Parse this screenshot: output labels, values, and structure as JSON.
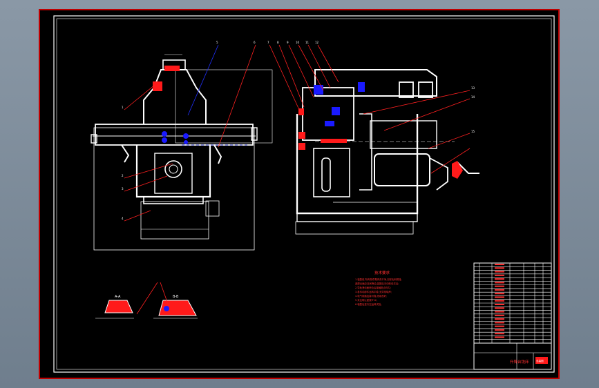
{
  "drawing": {
    "view_front_part_numbers": [
      "1",
      "2",
      "3",
      "4",
      "5",
      "6",
      "7",
      "8",
      "9",
      "10",
      "11",
      "12",
      "13",
      "14",
      "15"
    ],
    "technical_requirements": {
      "title": "技术要求",
      "lines": [
        "1.装配前,所有零件需清洗干净,去除毛刺锈蚀;",
        "各配合面应涂润滑油,装配后手动转动灵活;",
        "2.导轨滑动面研合后接触斑点均匀;",
        "3.各传动部件运转平稳,无异常噪声;",
        "4.电气线路连接可靠,绝缘良好;",
        "5.未注明公差按IT12;",
        "6.装配后进行空运转试验。"
      ]
    },
    "section_labels": [
      "A-A",
      "B-B"
    ],
    "title_block": {
      "drawing_name": "升降台铣床",
      "stamp": "总装图"
    },
    "colors": {
      "sheet": "#000000",
      "frame": "#ffffff",
      "border": "#c00000",
      "leader": "#ff2020",
      "blue_leader": "#2030ff",
      "part_red": "#ff1a1a",
      "part_blue": "#1a1aff"
    }
  }
}
